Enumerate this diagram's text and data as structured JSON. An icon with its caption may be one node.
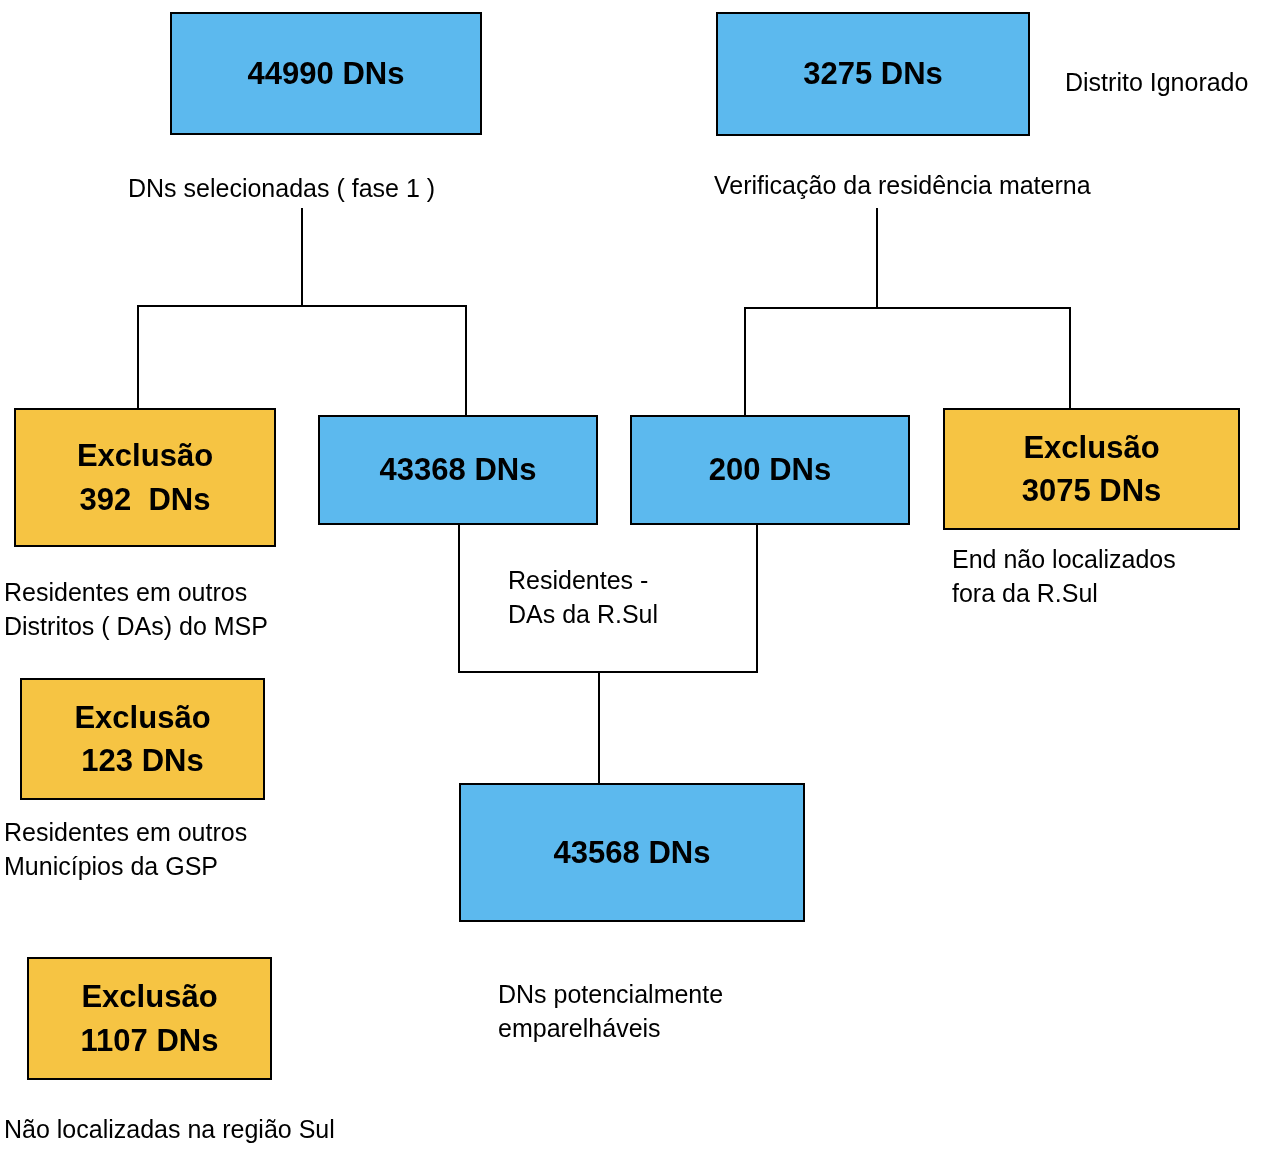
{
  "diagram": {
    "nodes": [
      {
        "text": [
          "44990 DNs"
        ],
        "beside": [
          "DNs selecionadas ( fase 1 )"
        ]
      },
      {
        "text": [
          "3275 DNs"
        ],
        "beside": [
          "Distrito Ignorado",
          "Verificação da residência materna"
        ]
      },
      {
        "text": [
          "Exclusão",
          "392  DNs"
        ],
        "beside": [
          "Residentes em  outros Distritos ( DAs) do MSP"
        ]
      },
      {
        "text": [
          "43368 DNs"
        ]
      },
      {
        "text": [
          "200 DNs"
        ]
      },
      {
        "text": [
          "Exclusão",
          "3075 DNs"
        ],
        "beside": [
          "End não localizados fora da R.Sul"
        ]
      },
      {
        "text": [
          "Exclusão",
          "123 DNs"
        ],
        "beside": [
          "Residentes em  outros Municípios da  GSP"
        ]
      },
      {
        "text": [
          "Exclusão",
          "1107 DNs"
        ],
        "beside": [
          "Não localizadas na região Sul"
        ]
      },
      {
        "text": [
          "43568 DNs"
        ],
        "beside": [
          "DNs potencialmente emparelháveis"
        ]
      }
    ],
    "edges": [
      {
        "from": 0,
        "to": 2,
        "arrow": "none"
      },
      {
        "from": 0,
        "to": 3,
        "arrow": "none"
      },
      {
        "from": 1,
        "to": 4,
        "arrow": "none"
      },
      {
        "from": 1,
        "to": 5,
        "arrow": "none"
      },
      {
        "from": 3,
        "to": 8,
        "arrow": "none"
      },
      {
        "from": 4,
        "to": 8,
        "arrow": "none"
      }
    ],
    "labels": [
      "Residentes - DAs da R.Sul"
    ]
  }
}
